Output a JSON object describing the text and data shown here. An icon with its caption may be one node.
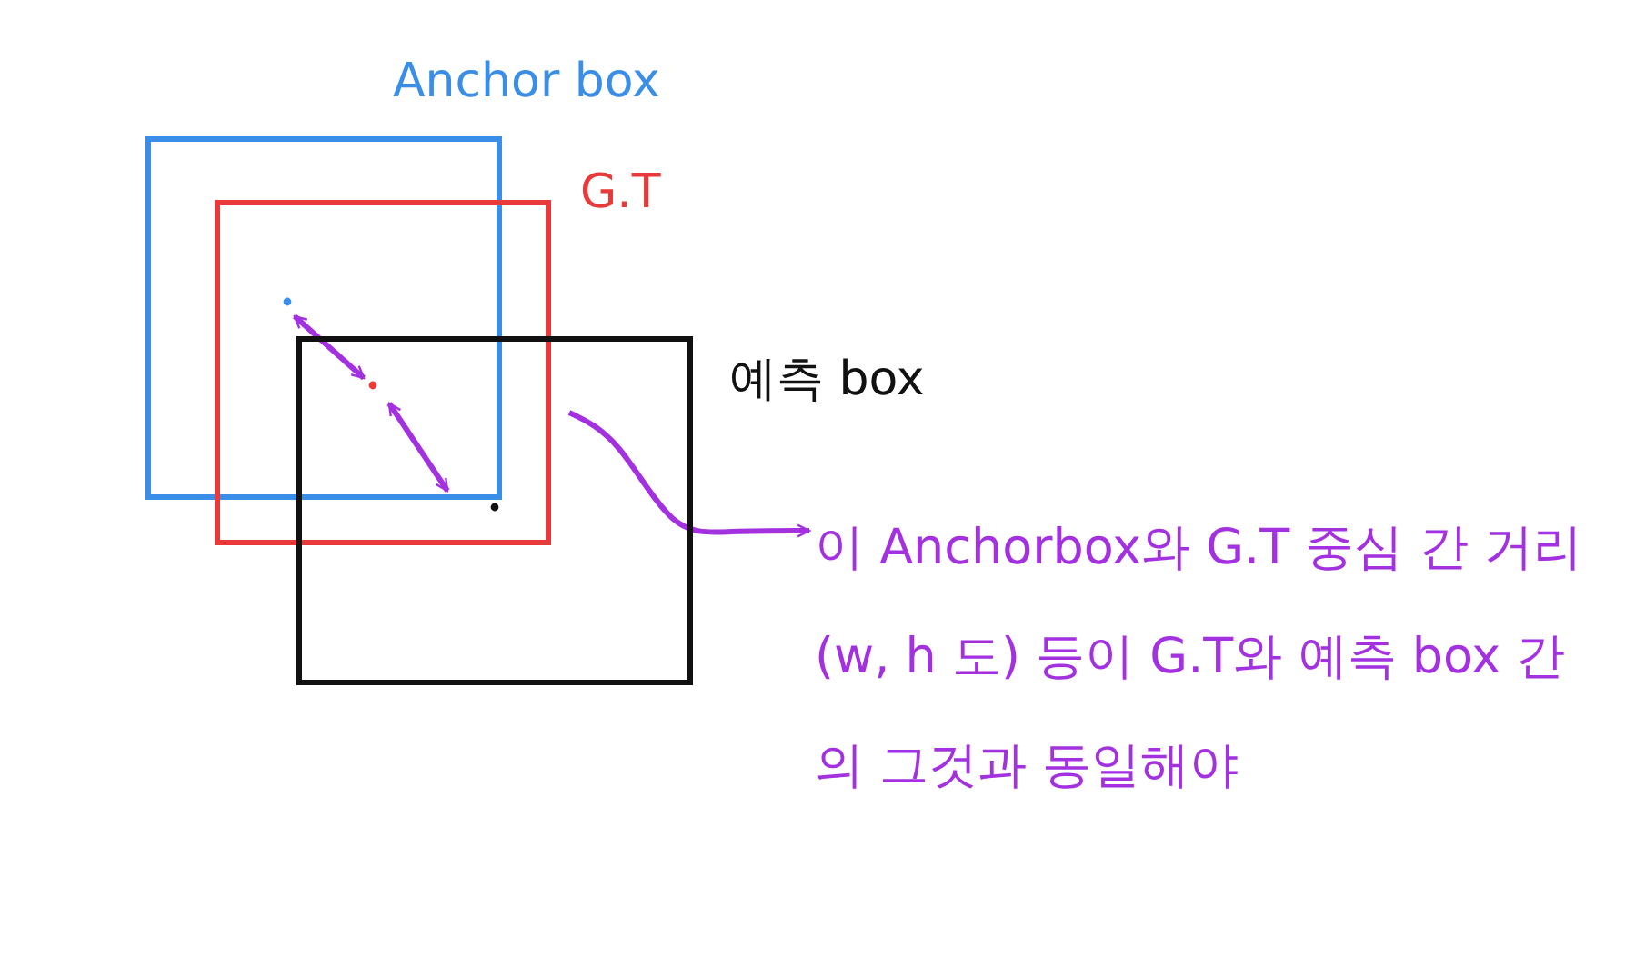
{
  "diagram": {
    "nodes": [
      {
        "text": [
          "Anchor box"
        ]
      },
      {
        "text": [
          "G.T"
        ]
      },
      {
        "text": [
          "예측 box"
        ]
      },
      {
        "text": [
          "이 Anchorbox와 G.T 중심 간 거리 (w, h 도) 등이 G.T와 예측 box 간의 그것과 동일해야"
        ]
      }
    ],
    "edges": [
      {
        "from": 2,
        "to": 3,
        "arrow": "to",
        "color": "#a431e0"
      }
    ]
  }
}
